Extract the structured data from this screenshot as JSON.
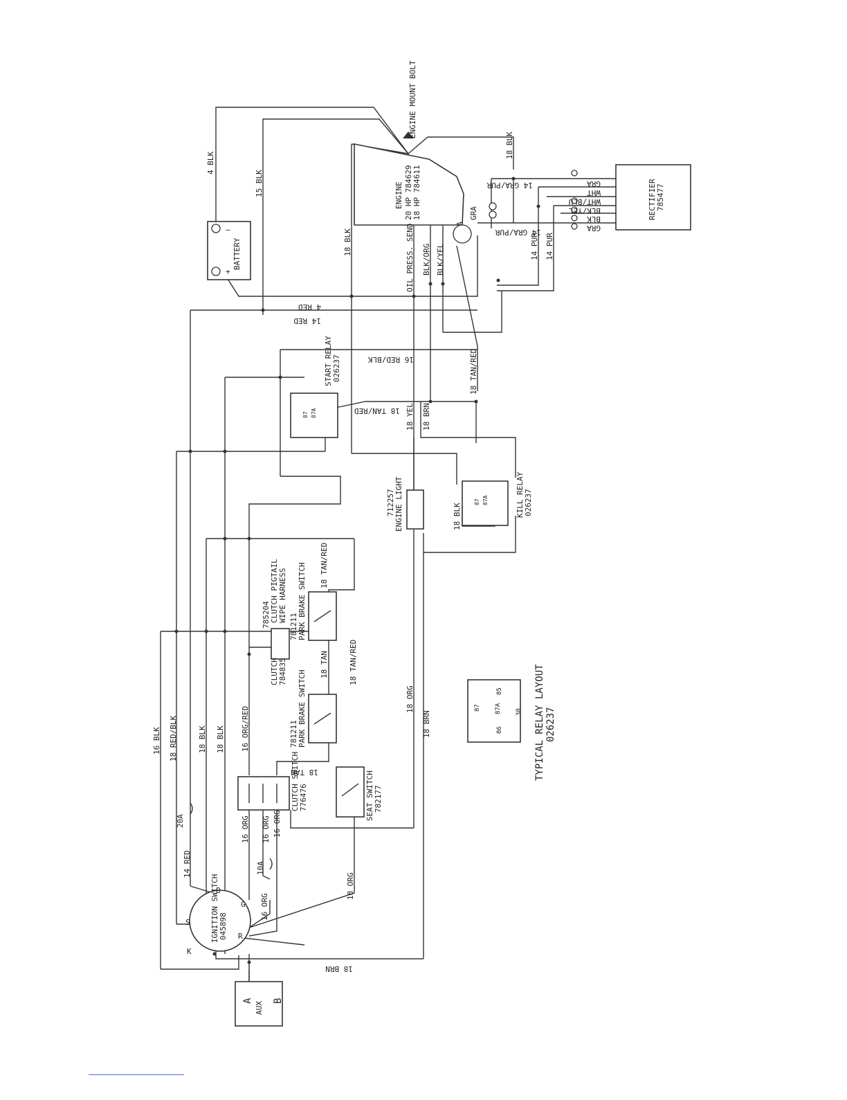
{
  "labels": {
    "engine_mount": "ENGINE MOUNT BOLT",
    "engine": "ENGINE",
    "engine_20hp": "20 HP 784629",
    "engine_18hp": "18 HP 784611",
    "battery": "BATTERY",
    "battery_plus": "+",
    "battery_minus": "—",
    "rectifier": "RECTIFIER",
    "rectifier_no": "785477",
    "start_relay": "START RELAY",
    "start_relay_no": "026237",
    "kill_relay": "KILL RELAY",
    "kill_relay_no": "026237",
    "engine_light": "ENGINE LIGHT",
    "engine_light_no": "712257",
    "clutch": "CLUTCH",
    "clutch_no": "784835",
    "clutch_pigtail_no": "785204",
    "clutch_pigtail": "CLUTCH PIGTAIL",
    "wipe_harness": "WIPE HARNESS",
    "park_brake_1": "PARK BRAKE SWITCH",
    "park_brake_1_no": "781211",
    "park_brake_2": "PARK BRAKE SWITCH",
    "park_brake_2_no": "781211",
    "clutch_switch": "CLUTCH SWITCH",
    "clutch_switch_no": "776476",
    "seat_switch": "SEAT SWITCH",
    "seat_switch_no": "782177",
    "ignition": "IGNITION SWITCH",
    "ignition_no": "045898",
    "aux": "AUX",
    "aux_a": "A",
    "aux_b": "B",
    "fuse_20a": "20A",
    "fuse_10a": "10A",
    "typical_relay": "TYPICAL RELAY LAYOUT",
    "typical_relay_no": "026237",
    "pin_87": "87",
    "pin_87a": "87A",
    "pin_85": "85",
    "pin_86": "86",
    "pin_30": "30",
    "ign_s": "S",
    "ign_b": "B",
    "ign_g": "G",
    "ign_k": "K",
    "ign_r": "R"
  },
  "wires": {
    "w_4blk": "4 BLK",
    "w_15blk": "15 BLK",
    "w_18blk_top": "18 BLK",
    "w_18blk_eng": "18 BLK",
    "w_oil": "OIL PRESS. SEND",
    "w_blkorg": "BLK/ORG",
    "w_blkyel": "BLK/YEL",
    "w_4red": "4 RED",
    "w_14red": "14 RED",
    "w_16redblk": "16 RED/BLK",
    "w_18tanred_start": "18 TAN/RED",
    "w_18tanred_kill": "18 TAN/RED",
    "w_18yel": "18 YEL",
    "w_18brn_mid": "18 BRN",
    "w_18blk_kill": "18 BLK",
    "w_18tanred_pb1": "18 TAN/RED",
    "w_18tan_pb": "18 TAN",
    "w_18tanred_pb2": "18 TAN/RED",
    "w_18tan_cs": "18 TAN",
    "w_18org": "18 ORG",
    "w_18brn_low": "18 BRN",
    "w_16blk": "16 BLK",
    "w_18redblk": "18 RED/BLK",
    "w_18blk_a": "18 BLK",
    "w_18blk_b": "18 BLK",
    "w_16orgred": "16 ORG/RED",
    "w_14red_low": "14 RED",
    "w_16org_a": "16 ORG",
    "w_16org_b": "16 ORG",
    "w_16org_c": "16 ORG",
    "w_16org_d": "16 ORG",
    "w_18org_low": "18 ORG",
    "w_18brn_bottom": "18 BRN",
    "w_14grapur_top": "14 GRA/PUR",
    "w_14grapur_bot": "14 GRA/PUR",
    "w_14pur_a": "14 PUR",
    "w_14pur_b": "14 PUR",
    "w_gra_eng1": "GRA",
    "w_gra_eng2": "GRA",
    "r_gra_top": "GRA",
    "r_wht": "WHT",
    "r_whtblu": "WHT/BLU",
    "r_blkyel": "BLK/YEL",
    "r_blk": "BLK",
    "r_gra_bot": "GRA"
  }
}
